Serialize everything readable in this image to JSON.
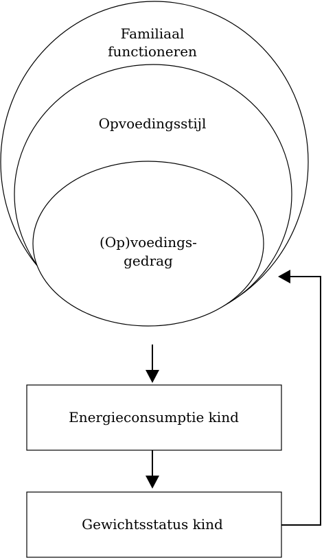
{
  "diagram": {
    "outer_circle": {
      "line1": "Familiaal",
      "line2": "functioneren"
    },
    "middle_circle": {
      "label": "Opvoedingsstijl"
    },
    "inner_circle": {
      "line1": "(Op)voedings-",
      "line2": "gedrag"
    },
    "box_energy": {
      "label": "Energieconsumptie kind"
    },
    "box_weight": {
      "label": "Gewichtsstatus kind"
    }
  }
}
